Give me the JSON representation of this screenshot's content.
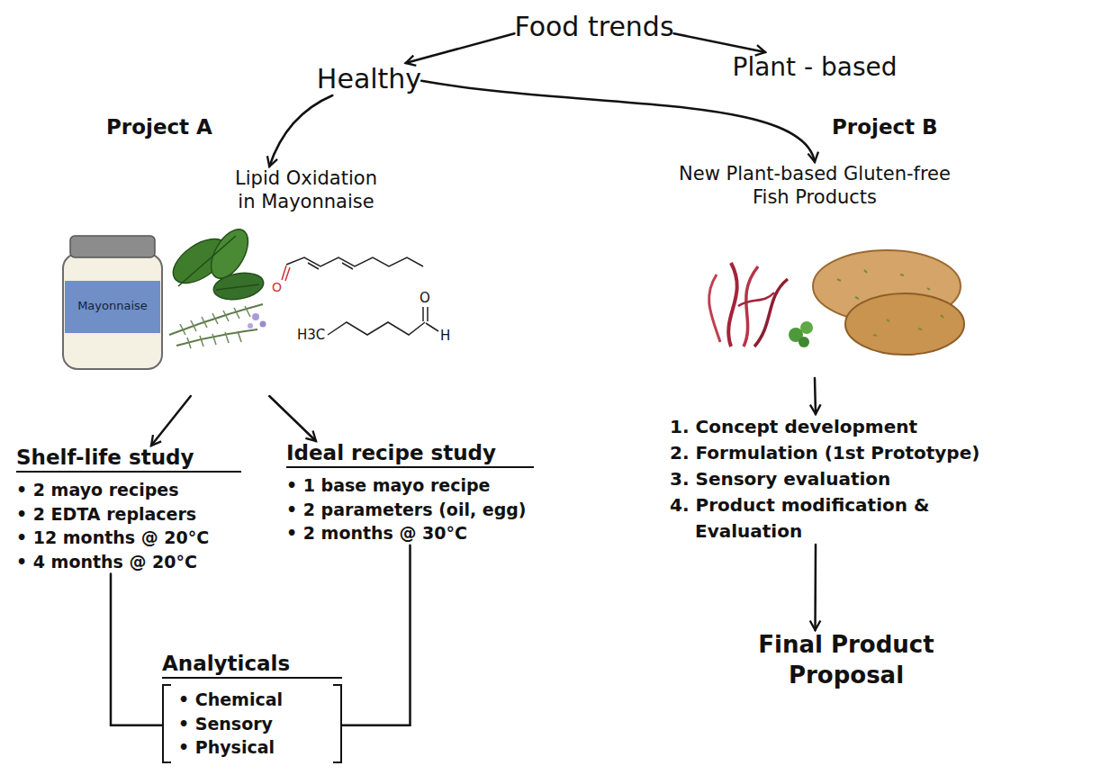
{
  "diagram": {
    "nodes": [
      {
        "text": [
          "Food trends"
        ]
      },
      {
        "text": [
          "Healthy"
        ]
      },
      {
        "text": [
          "Plant - based"
        ]
      },
      {
        "text": [
          "Lipid Oxidation in Mayonnaise"
        ]
      },
      {
        "text": [
          "Shelf-life study",
          "• 2 mayo recipes",
          "• 2 EDTA replacers",
          "• 12 months @ 20°C",
          "• 4 months @ 20°C"
        ]
      },
      {
        "text": [
          "Ideal recipe study",
          "• 1 base mayo recipe",
          "• 2 parameters (oil, egg)",
          "• 2 months @ 30°C"
        ]
      },
      {
        "text": [
          "Analyticals",
          "• Chemical",
          "• Sensory",
          "• Physical"
        ]
      },
      {
        "text": [
          "New Plant-based Gluten-free Fish Products"
        ]
      },
      {
        "text": [
          "1. Concept development",
          "2. Formulation (1st Prototype)",
          "3. Sensory evaluation",
          "4. Product modification & Evaluation"
        ]
      },
      {
        "text": [
          "Final Product Proposal"
        ]
      }
    ],
    "edges": [
      {
        "from": 0,
        "to": 1,
        "arrow": "to"
      },
      {
        "from": 0,
        "to": 2,
        "arrow": "to"
      },
      {
        "from": 1,
        "to": 3,
        "arrow": "to"
      },
      {
        "from": 1,
        "to": 7,
        "arrow": "to"
      },
      {
        "from": 3,
        "to": 4,
        "arrow": "to"
      },
      {
        "from": 3,
        "to": 5,
        "arrow": "to"
      },
      {
        "from": 4,
        "to": 6,
        "arrow": "none"
      },
      {
        "from": 5,
        "to": 6,
        "arrow": "none"
      },
      {
        "from": 7,
        "to": 8,
        "arrow": "to"
      },
      {
        "from": 8,
        "to": 9,
        "arrow": "to"
      }
    ],
    "labels": [
      "Project A",
      "Project B",
      "Mayonnaise",
      "O",
      "H3C",
      "O",
      "H"
    ]
  }
}
